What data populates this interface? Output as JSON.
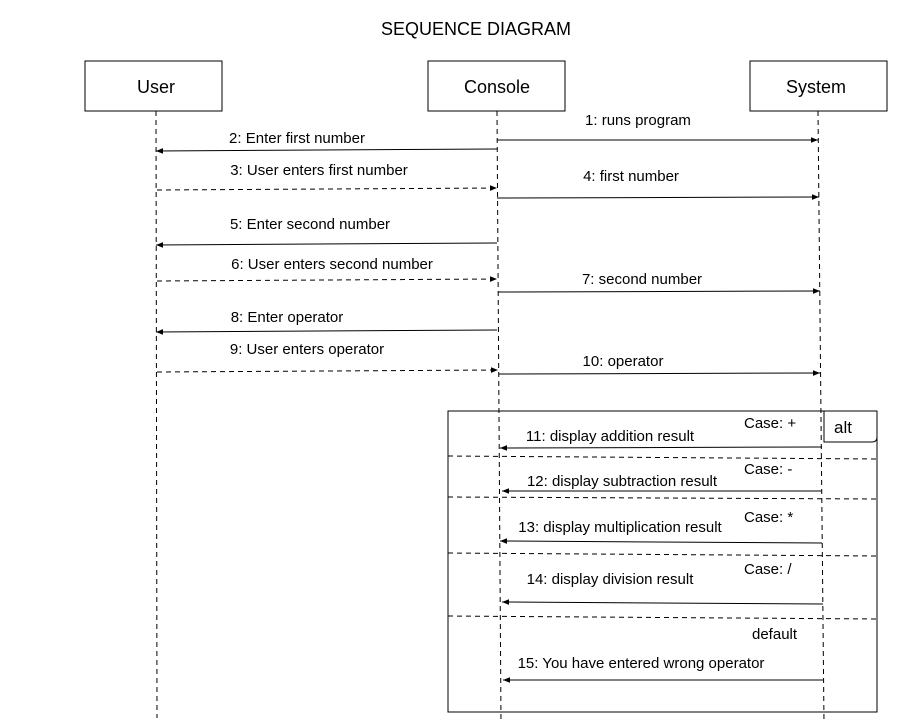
{
  "title": "SEQUENCE DIAGRAM",
  "participants": {
    "user": "User",
    "console": "Console",
    "system": "System"
  },
  "messages": [
    {
      "label": "1: runs program",
      "from": "console",
      "to": "system",
      "style": "solid"
    },
    {
      "label": "2: Enter first number",
      "from": "console",
      "to": "user",
      "style": "solid"
    },
    {
      "label": "3: User enters first number",
      "from": "user",
      "to": "console",
      "style": "dashed"
    },
    {
      "label": "4:  first number",
      "from": "console",
      "to": "system",
      "style": "solid"
    },
    {
      "label": "5: Enter second number",
      "from": "console",
      "to": "user",
      "style": "solid"
    },
    {
      "label": "6: User enters second number",
      "from": "user",
      "to": "console",
      "style": "dashed"
    },
    {
      "label": "7:  second number",
      "from": "console",
      "to": "system",
      "style": "solid"
    },
    {
      "label": "8: Enter operator",
      "from": "console",
      "to": "user",
      "style": "solid"
    },
    {
      "label": "9: User enters operator",
      "from": "user",
      "to": "console",
      "style": "dashed"
    },
    {
      "label": "10:  operator",
      "from": "console",
      "to": "system",
      "style": "solid"
    },
    {
      "label": "11:  display addition result",
      "from": "system",
      "to": "console",
      "style": "solid"
    },
    {
      "label": "12:  display subtraction result",
      "from": "system",
      "to": "console",
      "style": "solid"
    },
    {
      "label": "13:  display multiplication result",
      "from": "system",
      "to": "console",
      "style": "solid"
    },
    {
      "label": "14:  display division result",
      "from": "system",
      "to": "console",
      "style": "solid"
    },
    {
      "label": "15: You have entered wrong operator",
      "from": "system",
      "to": "console",
      "style": "solid"
    }
  ],
  "alt_fragment": {
    "operator": "alt",
    "cases": [
      "Case: +",
      "Case: -",
      "Case: *",
      "Case: /",
      "default"
    ]
  }
}
